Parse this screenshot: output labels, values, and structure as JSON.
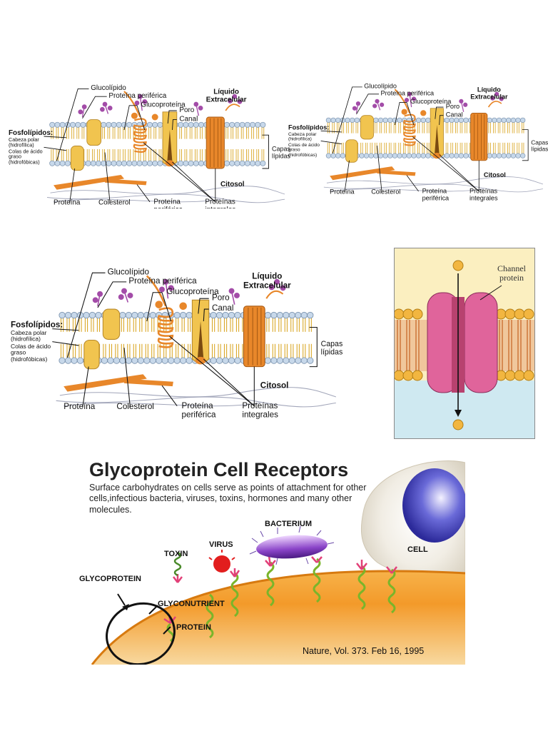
{
  "membrane_labels": {
    "glycolipid": "Glucolípido",
    "peripheral_protein_top": "Proteína periférica",
    "glycoprotein": "Glucoproteína",
    "extracellular": "Líquido Extracelular",
    "pore": "Poro",
    "channel": "Canal",
    "phospholipids": "Fosfolípidos:",
    "polar_head": "Cabeza polar (hidrofílica)",
    "fatty_tails": "Colas de ácido graso (hidrofóbicas)",
    "lipid_layers": "Capas lípidas",
    "cytosol": "Citosol",
    "protein": "Proteína",
    "cholesterol": "Colesterol",
    "peripheral_protein_bottom": "Proteína periférica",
    "integral_proteins": "Proteínas integrales"
  },
  "channel_panel": {
    "label": "Channel protein",
    "colors": {
      "extracellular": "#fbefc0",
      "cytoplasm": "#cfe9f1",
      "head": "#f2b640",
      "tail": "#e7a97a",
      "protein": "#e0649b"
    }
  },
  "receptor_panel": {
    "title": "Glycoprotein Cell Receptors",
    "description": "Surface carbohydrates on cells serve as points of attachment for other cells,infectious bacteria, viruses, toxins, hormones and many other molecules.",
    "labels": {
      "bacterium": "BACTERIUM",
      "virus": "VIRUS",
      "toxin": "TOXIN",
      "cell": "CELL",
      "glycoprotein": "GLYCOPROTEIN",
      "glyconutrient": "GLYCONUTRIENT",
      "protein": "PROTEIN"
    },
    "citation": "Nature, Vol. 373. Feb 16, 1995"
  }
}
